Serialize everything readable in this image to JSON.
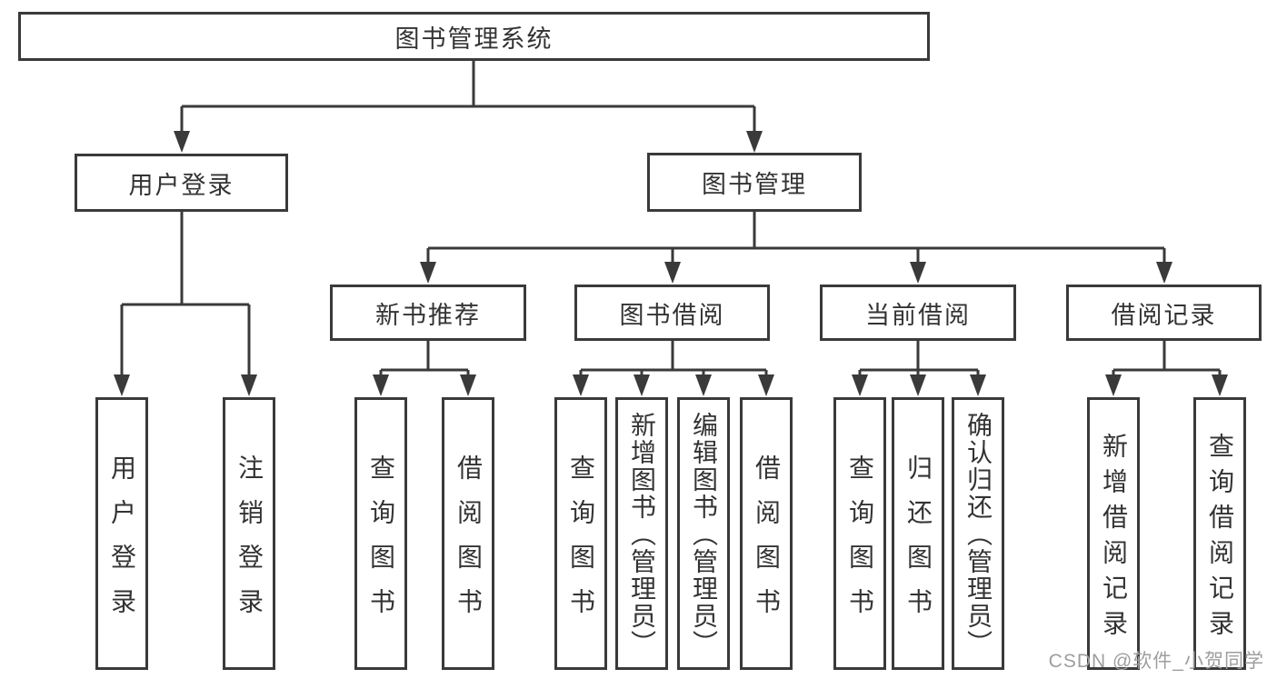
{
  "colors": {
    "line": "#3a3a3a",
    "box_border": "#3a3a3a",
    "text": "#333333",
    "background": "#ffffff",
    "watermark": "#9e9e9e"
  },
  "tree": {
    "root": {
      "label": "图书管理系统"
    },
    "children": [
      {
        "label": "用户登录",
        "children": [
          {
            "label": "用户登录"
          },
          {
            "label": "注销登录"
          }
        ]
      },
      {
        "label": "图书管理",
        "children": [
          {
            "label": "新书推荐",
            "children": [
              {
                "label": "查询图书"
              },
              {
                "label": "借阅图书"
              }
            ]
          },
          {
            "label": "图书借阅",
            "children": [
              {
                "label": "查询图书"
              },
              {
                "label": "新增图书（管理员）"
              },
              {
                "label": "编辑图书（管理员）"
              },
              {
                "label": "借阅图书"
              }
            ]
          },
          {
            "label": "当前借阅",
            "children": [
              {
                "label": "查询图书"
              },
              {
                "label": "归还图书"
              },
              {
                "label": "确认归还（管理员）"
              }
            ]
          },
          {
            "label": "借阅记录",
            "children": [
              {
                "label": "新增借阅记录"
              },
              {
                "label": "查询借阅记录"
              }
            ]
          }
        ]
      }
    ]
  },
  "watermark": {
    "text": "CSDN @软件_小贺同学"
  }
}
